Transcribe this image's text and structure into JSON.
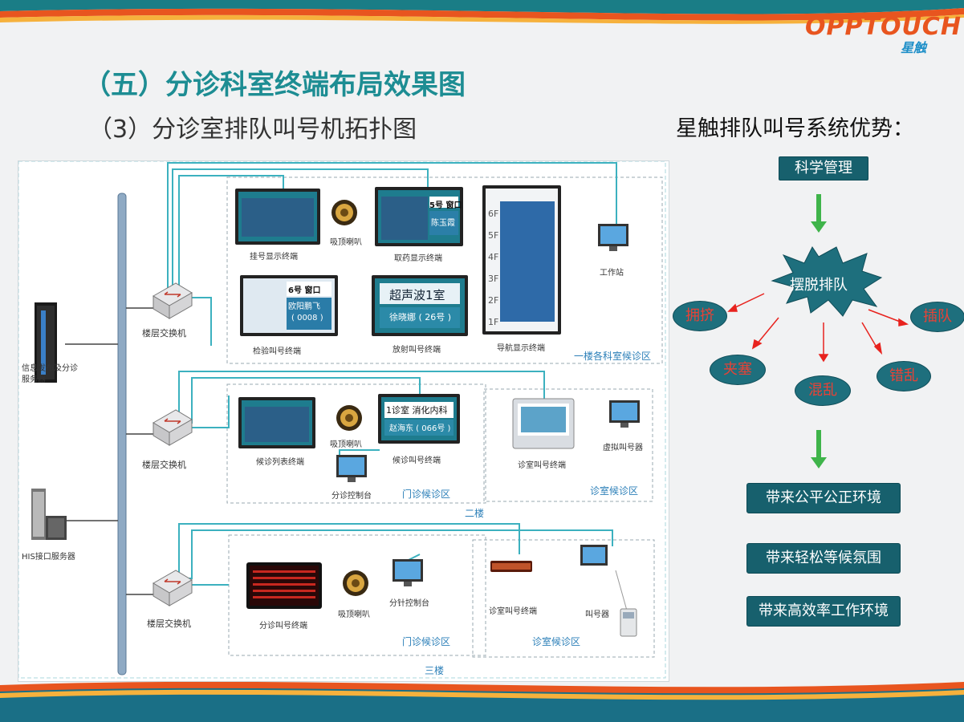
{
  "header": {
    "title": "（五）分诊科室终端布局效果图",
    "subtitle": "（3）分诊室排队叫号机拓扑图",
    "brand": "OPPTOUCH",
    "brand_cn": "星触"
  },
  "advantages": {
    "title": "星触排队叫号系统优势：",
    "top": "科学管理",
    "center": "摆脱排队",
    "problems": [
      "拥挤",
      "插队",
      "夹塞",
      "混乱",
      "错乱"
    ],
    "benefits": [
      "带来公平公正环境",
      "带来轻松等候氛围",
      "带来高效率工作环境"
    ]
  },
  "diagram": {
    "servers": [
      "信息发布及分诊服务器",
      "HIS接口服务器"
    ],
    "switch_label": "楼层交换机",
    "floor1": {
      "zone": "一楼各科室候诊区",
      "devices": [
        "挂号显示终端",
        "吸顶喇叭",
        "取药显示终端",
        "导航显示终端",
        "工作站",
        "检验叫号终端",
        "放射叫号终端"
      ],
      "screen_texts": {
        "pharmacy": "5号 窗口",
        "pharmacy_name": "陈玉霞",
        "inspection": "6号 窗口",
        "inspection_name": "欧阳鹏飞",
        "inspection_no": "( 0008 )",
        "radiology": "超声波1室",
        "radiology_name": "徐晓娜 ( 26号 )"
      },
      "floors": [
        "6F",
        "5F",
        "4F",
        "3F",
        "2F",
        "1F"
      ]
    },
    "floor2": {
      "name": "二楼",
      "zone_a": "门诊候诊区",
      "zone_b": "诊室候诊区",
      "devices": [
        "候诊列表终端",
        "吸顶喇叭",
        "候诊叫号终端",
        "分诊控制台",
        "诊室叫号终端",
        "虚拟叫号器"
      ],
      "screen_texts": {
        "room": "1诊室  消化内科",
        "patient": "赵海东 ( 066号 )"
      }
    },
    "floor3": {
      "name": "三楼",
      "zone_a": "门诊候诊区",
      "zone_b": "诊室候诊区",
      "devices": [
        "分诊叫号终端",
        "吸顶喇叭",
        "分针控制台",
        "诊室叫号终端",
        "叫号器"
      ]
    }
  }
}
